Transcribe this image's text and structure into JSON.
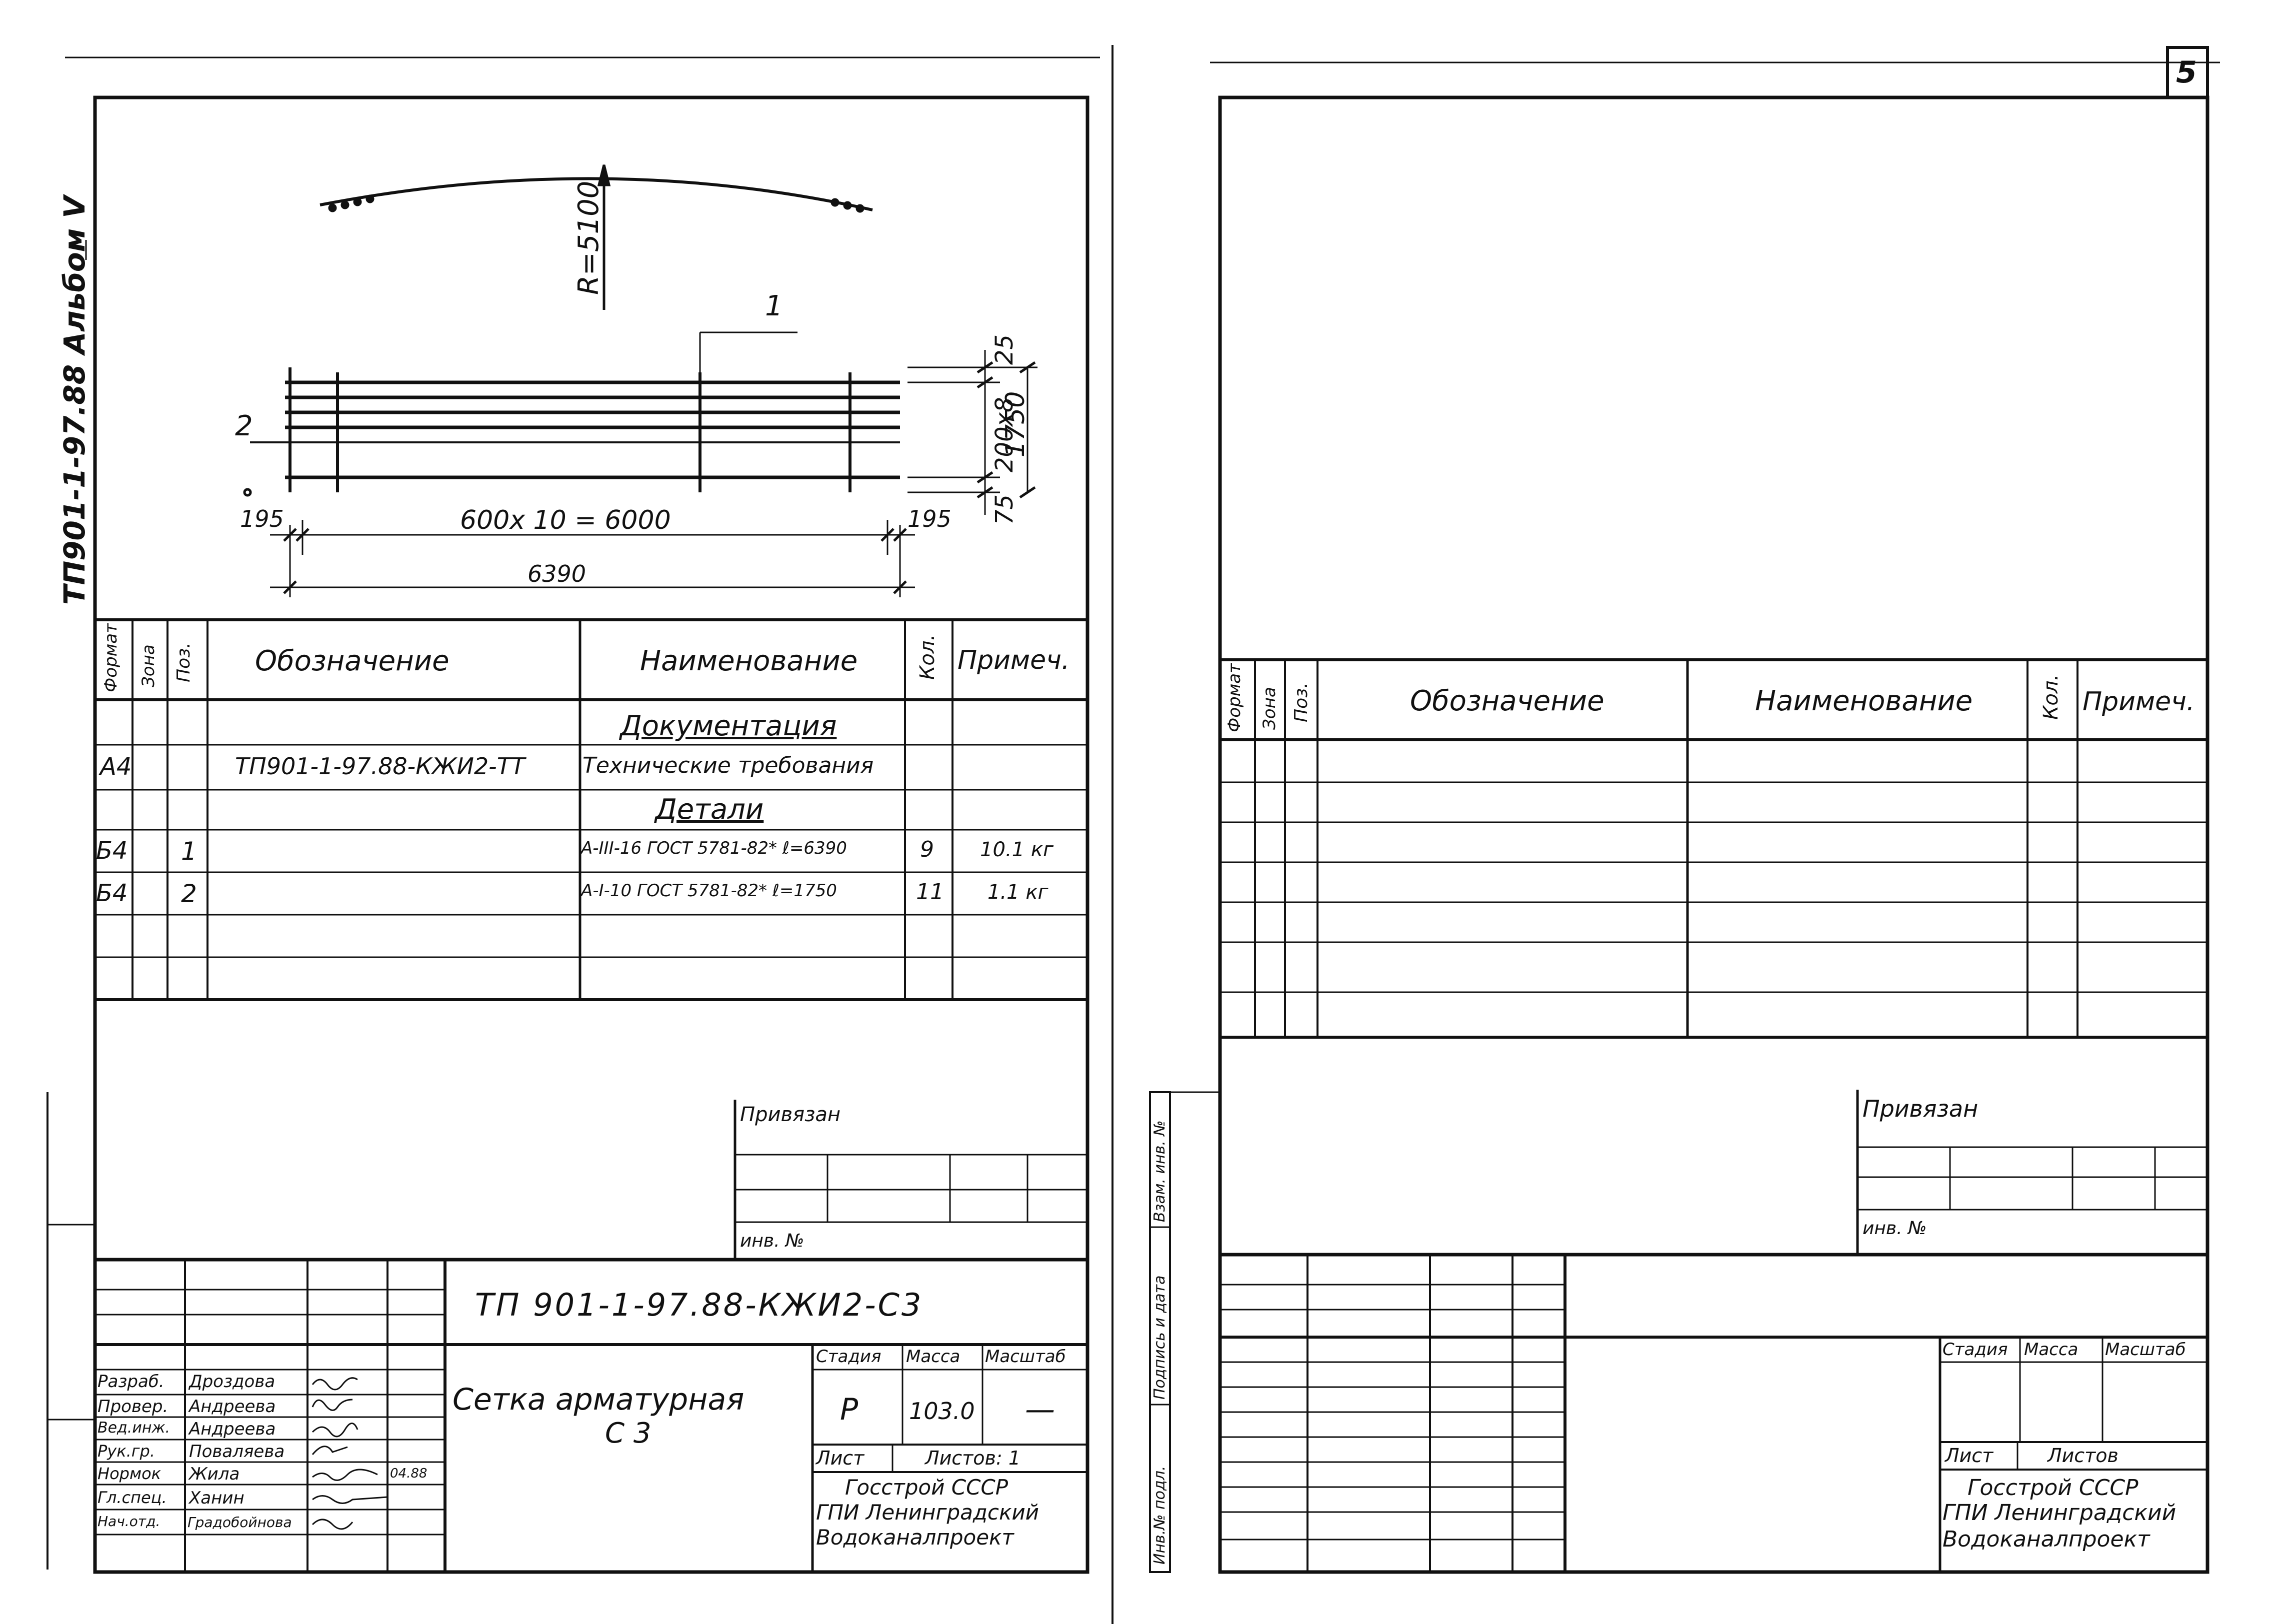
{
  "page_number": "5",
  "album_code": "ТП901-1-97.88 Альбом V",
  "drawing": {
    "radius_label": "R=5100",
    "pos_label_1": "1",
    "pos_label_2": "2",
    "dim_25": "25",
    "dim_200x8": "200x8",
    "dim_75": "75",
    "dim_1750": "1750",
    "dim_195_left": "195",
    "dim_195_right": "195",
    "dim_600x10": "600x 10 = 6000",
    "dim_6390": "6390"
  },
  "spec_headers": {
    "format": "Формат",
    "zone": "Зона",
    "pos": "Поз.",
    "designation": "Обозначение",
    "name": "Наименование",
    "qty": "Кол.",
    "note": "Примеч."
  },
  "spec_rows": {
    "section_docs": "Документация",
    "doc_format": "А4",
    "doc_designation": "ТП901-1-97.88-КЖИ2-ТТ",
    "doc_name": "Технические требования",
    "section_parts": "Детали",
    "row1_format": "Б4",
    "row1_pos": "1",
    "row1_name": "А-III-16 ГОСТ 5781-82* ℓ=6390",
    "row1_qty": "9",
    "row1_note": "10.1 кг",
    "row2_format": "Б4",
    "row2_pos": "2",
    "row2_name": "А-I-10 ГОСТ 5781-82* ℓ=1750",
    "row2_qty": "11",
    "row2_note": "1.1 кг"
  },
  "privyazan": {
    "label": "Привязан",
    "inv_label": "инв. №"
  },
  "title_block": {
    "doc_code": "ТП 901-1-97.88-КЖИ2-С3",
    "title_line1": "Сетка арматурная",
    "title_line2": "С 3",
    "stage_label": "Стадия",
    "mass_label": "Масса",
    "scale_label": "Масштаб",
    "stage_value": "Р",
    "mass_value": "103.0",
    "scale_value": "—",
    "sheet_label": "Лист",
    "sheets_label": "Листов: 1",
    "org_line1": "Госстрой СССР",
    "org_line2": "ГПИ Ленинградский",
    "org_line3": "Водоканалпроект",
    "roles": [
      "Разраб.",
      "Провер.",
      "Вед.инж.",
      "Рук.гр.",
      "Нормок",
      "Гл.спец.",
      "Нач.отд."
    ],
    "names": [
      "Дроздова",
      "Андреева",
      "Андреева",
      "Поваляева",
      "Жила",
      "Ханин",
      "Градобойнова"
    ],
    "date_note": "04.88"
  },
  "right_sheet": {
    "privyazan_label": "Привязан",
    "inv_label": "инв. №",
    "stage_label": "Стадия",
    "mass_label": "Масса",
    "scale_label": "Масштаб",
    "sheet_label": "Лист",
    "sheets_label": "Листов",
    "org_line1": "Госстрой СССР",
    "org_line2": "ГПИ Ленинградский",
    "org_line3": "Водоканалпроект",
    "side_labels": [
      "Инв.№ подл.",
      "Подпись и дата",
      "Взам. инв. №"
    ]
  }
}
